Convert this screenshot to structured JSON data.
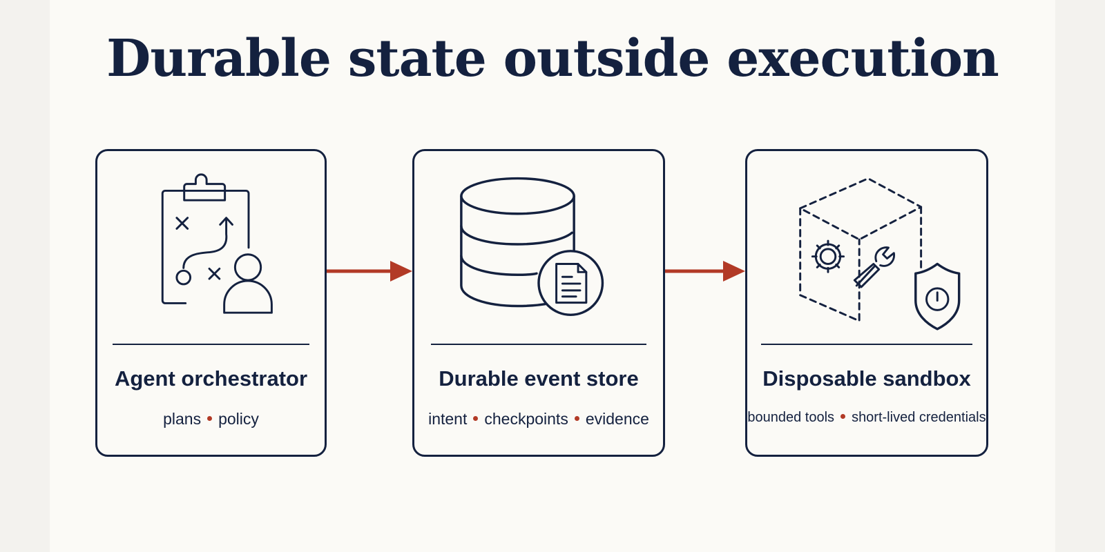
{
  "title": "Durable state outside execution",
  "colors": {
    "ink": "#14213f",
    "accent": "#b23a26",
    "background": "#fbfaf6"
  },
  "stages": [
    {
      "label": "Agent orchestrator",
      "icon": "clipboard-strategy-person-icon",
      "tags": [
        "plans",
        "policy"
      ]
    },
    {
      "label": "Durable event store",
      "icon": "database-document-icon",
      "tags": [
        "intent",
        "checkpoints",
        "evidence"
      ]
    },
    {
      "label": "Disposable sandbox",
      "icon": "sandbox-cube-tools-shield-icon",
      "tags": [
        "bounded tools",
        "short-lived credentials"
      ]
    }
  ]
}
